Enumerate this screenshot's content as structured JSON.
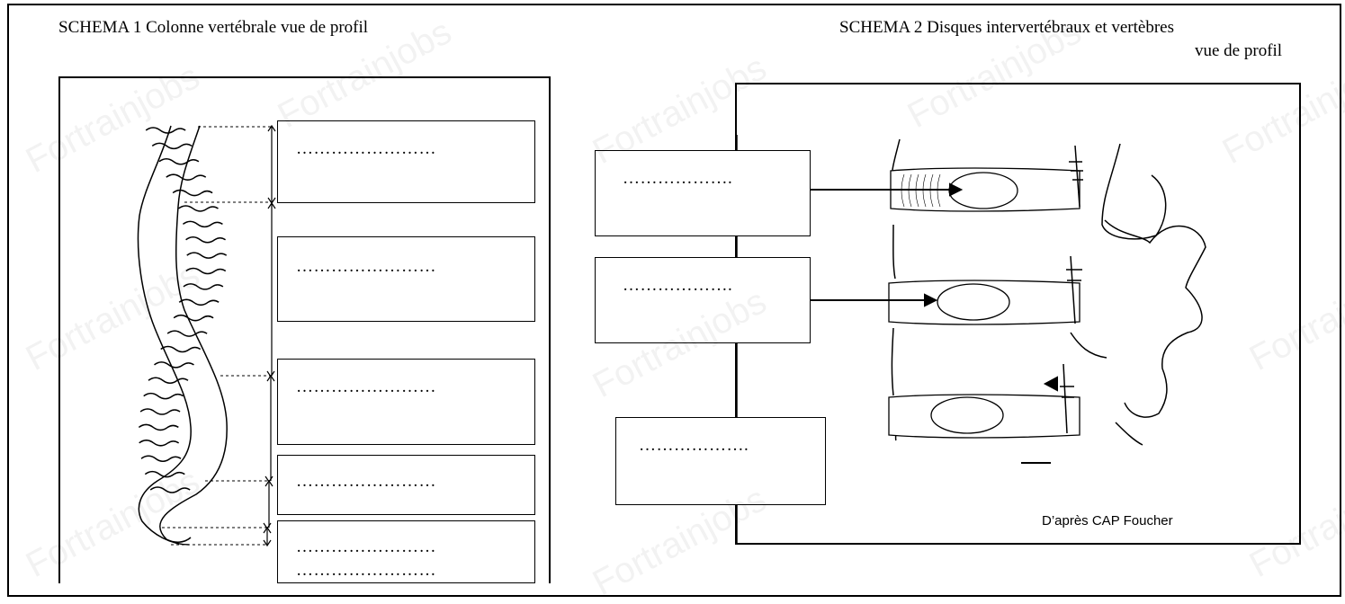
{
  "schema1": {
    "title": "SCHEMA 1 Colonne vertébrale vue de profil",
    "label_boxes": [
      {
        "dots": "……………………"
      },
      {
        "dots": "……………………"
      },
      {
        "dots": "……………………"
      },
      {
        "dots": "……………………"
      },
      {
        "dots": "……………………",
        "dots2": "……………………"
      }
    ]
  },
  "schema2": {
    "title_line1": "SCHEMA 2   Disques intervertébraux et vertèbres",
    "title_line2": "vue de profil",
    "label_boxes": [
      {
        "dots": "………………."
      },
      {
        "dots": "………………."
      },
      {
        "dots": "………………."
      }
    ],
    "credit": "D’après CAP Foucher"
  },
  "watermark": "Fortrainjobs",
  "colors": {
    "line": "#000000",
    "background": "#ffffff"
  }
}
